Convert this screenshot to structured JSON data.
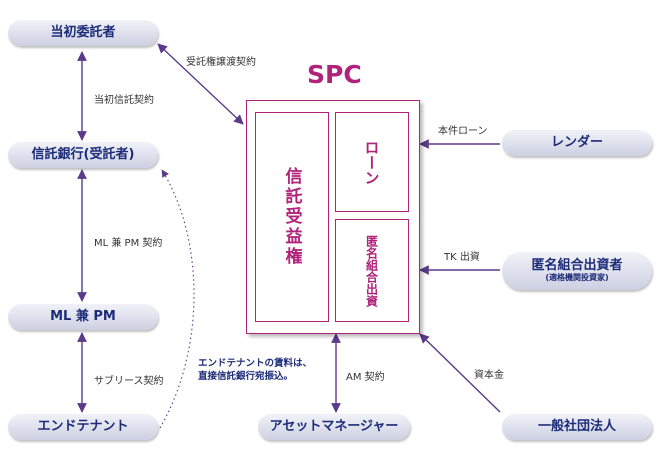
{
  "nodes": {
    "trustor": "当初委託者",
    "trust_bank": "信託銀行(受託者)",
    "ml_pm": "ML 兼 PM",
    "end_tenant": "エンドテナント",
    "asset_manager": "アセットマネージャー",
    "lender": "レンダー",
    "tk_investor": "匿名組合出資者",
    "tk_investor_sub": "(適格機関投資家)",
    "general_corp": "一般社団法人"
  },
  "spc": {
    "title": "SPC",
    "trust_beneficiary": "信託受益権",
    "loan": "ローン",
    "tk_investment": "匿名組合出資"
  },
  "edges": {
    "initial_trust": "当初信託契約",
    "beneficiary_transfer": "受託権譲渡契約",
    "ml_pm_contract": "ML 兼 PM 契約",
    "sublease": "サブリース契約",
    "loan": "本件ローン",
    "tk": "TK 出資",
    "am": "AM 契約",
    "capital": "資本金"
  },
  "note": {
    "line1": "エンドテナントの賃料は、",
    "line2": "直接信託銀行宛振込。"
  }
}
